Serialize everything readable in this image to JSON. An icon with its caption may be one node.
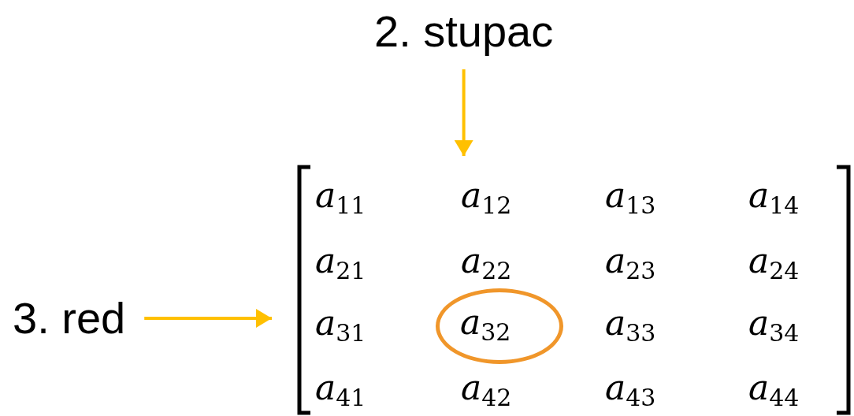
{
  "diagram": {
    "nodes": [
      {
        "text": [
          "2. stupac"
        ]
      },
      {
        "text": [
          "3. red"
        ]
      },
      {
        "text": [
          "*a*$_{32}$"
        ]
      }
    ],
    "edges": [
      {
        "from": 0,
        "to": null,
        "arrow": "to",
        "color": "#ffc000"
      },
      {
        "from": 1,
        "to": null,
        "arrow": "to",
        "color": "#ffc000"
      }
    ],
    "labels": [
      "*a*$_{11}$",
      "*a*$_{12}$",
      "*a*$_{13}$",
      "*a*$_{14}$",
      "*a*$_{21}$",
      "*a*$_{22}$",
      "*a*$_{23}$",
      "*a*$_{24}$",
      "*a*$_{31}$",
      "*a*$_{33}$",
      "*a*$_{34}$",
      "*a*$_{41}$",
      "*a*$_{42}$",
      "*a*$_{43}$",
      "*a*$_{44}$"
    ]
  }
}
